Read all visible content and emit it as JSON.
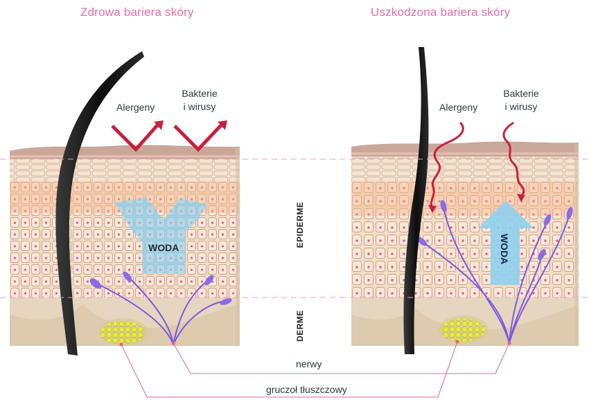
{
  "titles": {
    "left": "Zdrowa bariera skóry",
    "right": "Uszkodzona bariera skóry"
  },
  "labels": {
    "allergens_left": "Alergeny",
    "bacteria_left_1": "Bakterie",
    "bacteria_left_2": "i wirusy",
    "allergens_right": "Alergeny",
    "bacteria_right_1": "Bakterie",
    "bacteria_right_2": "i wirusy",
    "water_left": "WODA",
    "water_right": "WODA",
    "epidermis": "EPIDERME",
    "dermis": "DERME",
    "nerves": "nerwy",
    "sebaceous_gland": "gruczoł tłuszczowy"
  },
  "colors": {
    "title": "#e86aa8",
    "arrow_red": "#c8203a",
    "water_blue": "#8fd0ee",
    "nerve_purple": "#7a5ae0",
    "gland_yellow": "#e8ec3a",
    "skin_surface": "#c9a89a",
    "epidermis_peach": "#f3c9a8",
    "dermis_beige": "#e6d6bf",
    "hair": "#151515",
    "guide_pink": "#e8a0c8"
  }
}
